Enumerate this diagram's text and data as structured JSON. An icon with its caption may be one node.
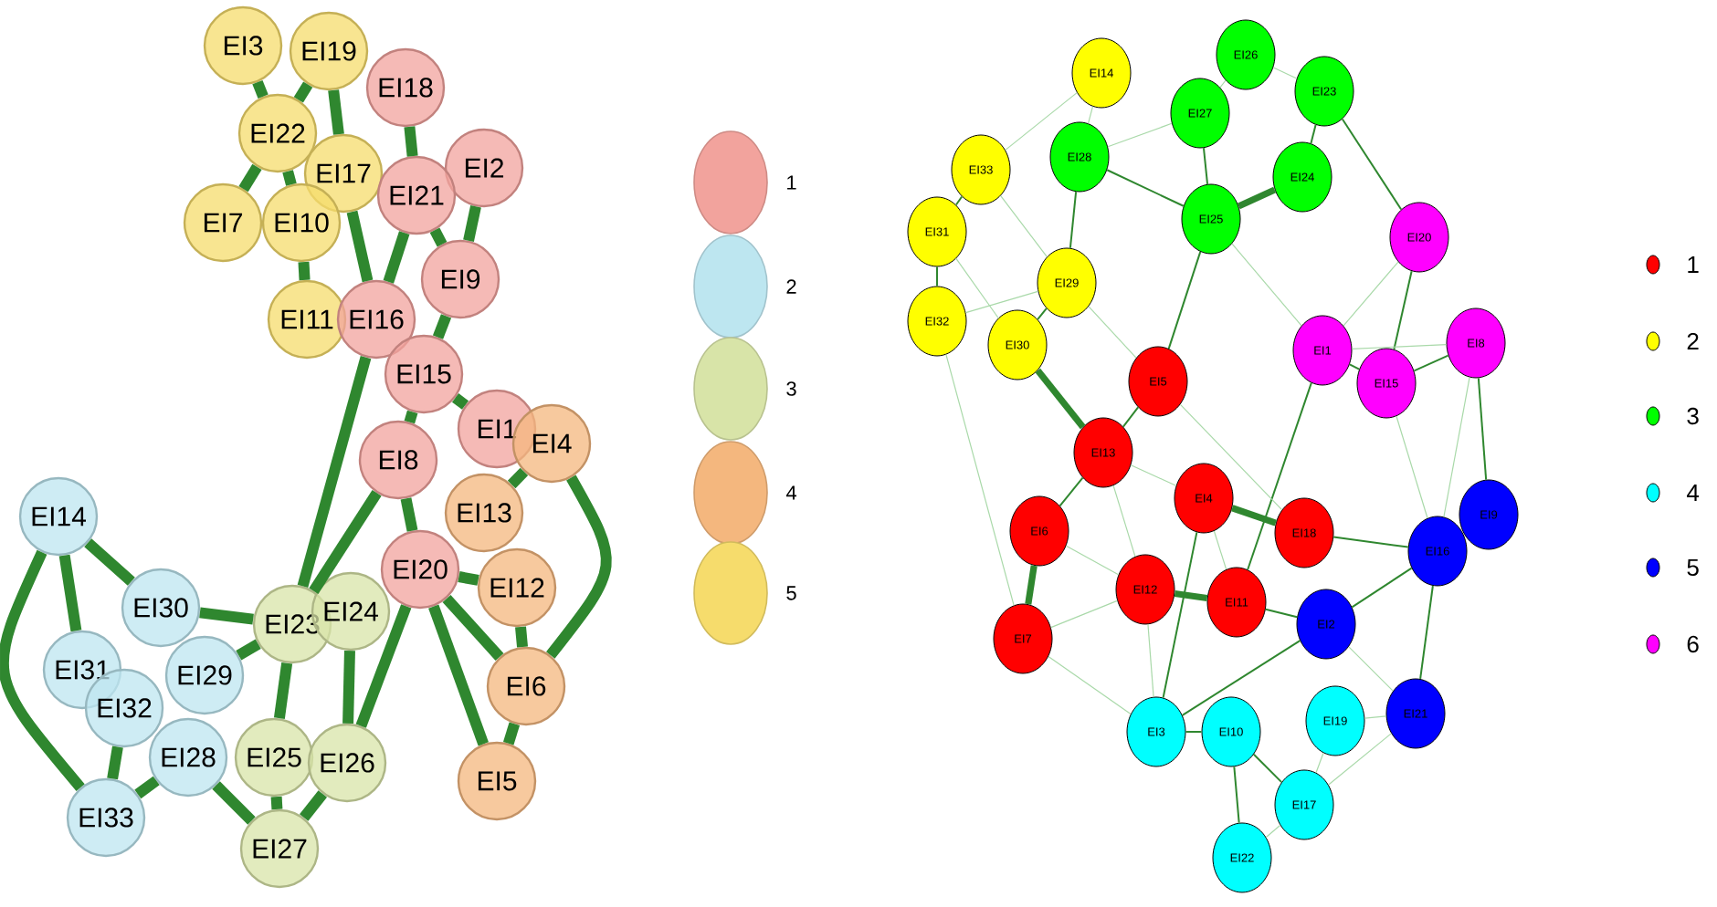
{
  "diagram": {
    "nodes": [
      {
        "text": [
          "EI3"
        ]
      },
      {
        "text": [
          "EI19"
        ]
      },
      {
        "text": [
          "EI18"
        ]
      },
      {
        "text": [
          "EI22"
        ]
      },
      {
        "text": [
          "EI17"
        ]
      },
      {
        "text": [
          "EI2"
        ]
      },
      {
        "text": [
          "EI21"
        ]
      },
      {
        "text": [
          "EI7"
        ]
      },
      {
        "text": [
          "EI10"
        ]
      },
      {
        "text": [
          "EI9"
        ]
      },
      {
        "text": [
          "EI11"
        ]
      },
      {
        "text": [
          "EI16"
        ]
      },
      {
        "text": [
          "EI15"
        ]
      },
      {
        "text": [
          "EI1"
        ]
      },
      {
        "text": [
          "EI4"
        ]
      },
      {
        "text": [
          "EI8"
        ]
      },
      {
        "text": [
          "EI13"
        ]
      },
      {
        "text": [
          "EI14"
        ]
      },
      {
        "text": [
          "EI20"
        ]
      },
      {
        "text": [
          "EI12"
        ]
      },
      {
        "text": [
          "EI30"
        ]
      },
      {
        "text": [
          "EI23"
        ]
      },
      {
        "text": [
          "EI24"
        ]
      },
      {
        "text": [
          "EI31"
        ]
      },
      {
        "text": [
          "EI29"
        ]
      },
      {
        "text": [
          "EI6"
        ]
      },
      {
        "text": [
          "EI32"
        ]
      },
      {
        "text": [
          "EI28"
        ]
      },
      {
        "text": [
          "EI25"
        ]
      },
      {
        "text": [
          "EI26"
        ]
      },
      {
        "text": [
          "EI5"
        ]
      },
      {
        "text": [
          "EI33"
        ]
      },
      {
        "text": [
          "EI27"
        ]
      },
      {
        "text": [
          "EI26"
        ]
      },
      {
        "text": [
          "EI14"
        ]
      },
      {
        "text": [
          "EI23"
        ]
      },
      {
        "text": [
          "EI27"
        ]
      },
      {
        "text": [
          "EI28"
        ]
      },
      {
        "text": [
          "EI33"
        ]
      },
      {
        "text": [
          "EI24"
        ]
      },
      {
        "text": [
          "EI25"
        ]
      },
      {
        "text": [
          "EI31"
        ]
      },
      {
        "text": [
          "EI20"
        ]
      },
      {
        "text": [
          "EI29"
        ]
      },
      {
        "text": [
          "EI32"
        ]
      },
      {
        "text": [
          "EI30"
        ]
      },
      {
        "text": [
          "EI8"
        ]
      },
      {
        "text": [
          "EI1"
        ]
      },
      {
        "text": [
          "EI5"
        ]
      },
      {
        "text": [
          "EI15"
        ]
      },
      {
        "text": [
          "EI13"
        ]
      },
      {
        "text": [
          "EI4"
        ]
      },
      {
        "text": [
          "EI9"
        ]
      },
      {
        "text": [
          "EI6"
        ]
      },
      {
        "text": [
          "EI18"
        ]
      },
      {
        "text": [
          "EI16"
        ]
      },
      {
        "text": [
          "EI12"
        ]
      },
      {
        "text": [
          "EI11"
        ]
      },
      {
        "text": [
          "EI2"
        ]
      },
      {
        "text": [
          "EI7"
        ]
      },
      {
        "text": [
          "EI21"
        ]
      },
      {
        "text": [
          "EI19"
        ]
      },
      {
        "text": [
          "EI3"
        ]
      },
      {
        "text": [
          "EI10"
        ]
      },
      {
        "text": [
          "EI17"
        ]
      },
      {
        "text": [
          "EI22"
        ]
      }
    ],
    "edges": [
      {
        "from": 0,
        "to": 3,
        "arrow": "none",
        "style": "thick"
      },
      {
        "from": 1,
        "to": 3,
        "arrow": "none",
        "style": "thick"
      },
      {
        "from": 1,
        "to": 4,
        "arrow": "none",
        "style": "thick"
      },
      {
        "from": 2,
        "to": 6,
        "arrow": "none",
        "style": "thick"
      },
      {
        "from": 3,
        "to": 8,
        "arrow": "none",
        "style": "thick"
      },
      {
        "from": 3,
        "to": 7,
        "arrow": "none",
        "style": "thick"
      },
      {
        "from": 5,
        "to": 9,
        "arrow": "none",
        "style": "thick"
      },
      {
        "from": 6,
        "to": 9,
        "arrow": "none",
        "style": "thick"
      },
      {
        "from": 8,
        "to": 10,
        "arrow": "none",
        "style": "thick"
      },
      {
        "from": 4,
        "to": 11,
        "arrow": "none",
        "style": "thick"
      },
      {
        "from": 6,
        "to": 11,
        "arrow": "none",
        "style": "thick"
      },
      {
        "from": 9,
        "to": 12,
        "arrow": "none",
        "style": "thick"
      },
      {
        "from": 12,
        "to": 13,
        "arrow": "none",
        "style": "thick"
      },
      {
        "from": 12,
        "to": 15,
        "arrow": "none",
        "style": "thick"
      },
      {
        "from": 14,
        "to": 16,
        "arrow": "none",
        "style": "thick"
      },
      {
        "from": 15,
        "to": 18,
        "arrow": "none",
        "style": "thick"
      },
      {
        "from": 18,
        "to": 19,
        "arrow": "none",
        "style": "thick"
      },
      {
        "from": 14,
        "to": 25,
        "arrow": "none",
        "style": "thick"
      },
      {
        "from": 18,
        "to": 25,
        "arrow": "none",
        "style": "thick"
      },
      {
        "from": 18,
        "to": 30,
        "arrow": "none",
        "style": "thick"
      },
      {
        "from": 19,
        "to": 25,
        "arrow": "none",
        "style": "thick"
      },
      {
        "from": 25,
        "to": 30,
        "arrow": "none",
        "style": "thick"
      },
      {
        "from": 11,
        "to": 21,
        "arrow": "none",
        "style": "thick"
      },
      {
        "from": 15,
        "to": 21,
        "arrow": "none",
        "style": "thick"
      },
      {
        "from": 18,
        "to": 29,
        "arrow": "none",
        "style": "thick"
      },
      {
        "from": 21,
        "to": 28,
        "arrow": "none",
        "style": "thick"
      },
      {
        "from": 22,
        "to": 29,
        "arrow": "none",
        "style": "thick"
      },
      {
        "from": 28,
        "to": 32,
        "arrow": "none",
        "style": "thick"
      },
      {
        "from": 29,
        "to": 32,
        "arrow": "none",
        "style": "thick"
      },
      {
        "from": 20,
        "to": 21,
        "arrow": "none",
        "style": "thick"
      },
      {
        "from": 17,
        "to": 20,
        "arrow": "none",
        "style": "thick"
      },
      {
        "from": 17,
        "to": 23,
        "arrow": "none",
        "style": "thick"
      },
      {
        "from": 17,
        "to": 31,
        "arrow": "none",
        "style": "thick"
      },
      {
        "from": 27,
        "to": 31,
        "arrow": "none",
        "style": "thick"
      },
      {
        "from": 26,
        "to": 31,
        "arrow": "none",
        "style": "thick"
      },
      {
        "from": 27,
        "to": 32,
        "arrow": "none",
        "style": "thick"
      },
      {
        "from": 24,
        "to": 21,
        "arrow": "none",
        "style": "thick"
      },
      {
        "from": 37,
        "to": 40,
        "arrow": "none"
      },
      {
        "from": 36,
        "to": 40,
        "arrow": "none"
      },
      {
        "from": 39,
        "to": 40,
        "arrow": "none",
        "style": "thick"
      },
      {
        "from": 35,
        "to": 39,
        "arrow": "none"
      },
      {
        "from": 35,
        "to": 42,
        "arrow": "none"
      },
      {
        "from": 42,
        "to": 49,
        "arrow": "none"
      },
      {
        "from": 47,
        "to": 49,
        "arrow": "none"
      },
      {
        "from": 49,
        "to": 46,
        "arrow": "none"
      },
      {
        "from": 52,
        "to": 46,
        "arrow": "none"
      },
      {
        "from": 55,
        "to": 60,
        "arrow": "none"
      },
      {
        "from": 55,
        "to": 58,
        "arrow": "none"
      },
      {
        "from": 55,
        "to": 54,
        "arrow": "none"
      },
      {
        "from": 54,
        "to": 51,
        "arrow": "none",
        "style": "thick"
      },
      {
        "from": 56,
        "to": 57,
        "arrow": "none",
        "style": "thick"
      },
      {
        "from": 57,
        "to": 58,
        "arrow": "none"
      },
      {
        "from": 50,
        "to": 48,
        "arrow": "none"
      },
      {
        "from": 50,
        "to": 53,
        "arrow": "none"
      },
      {
        "from": 50,
        "to": 45,
        "arrow": "none",
        "style": "thick"
      },
      {
        "from": 53,
        "to": 59,
        "arrow": "none",
        "style": "thick"
      },
      {
        "from": 62,
        "to": 58,
        "arrow": "none"
      },
      {
        "from": 63,
        "to": 64,
        "arrow": "none"
      },
      {
        "from": 63,
        "to": 65,
        "arrow": "none"
      },
      {
        "from": 62,
        "to": 63,
        "arrow": "none"
      },
      {
        "from": 51,
        "to": 62,
        "arrow": "none"
      },
      {
        "from": 57,
        "to": 47,
        "arrow": "none"
      },
      {
        "from": 37,
        "to": 43,
        "arrow": "none"
      },
      {
        "from": 43,
        "to": 45,
        "arrow": "none"
      },
      {
        "from": 38,
        "to": 41,
        "arrow": "none"
      },
      {
        "from": 41,
        "to": 44,
        "arrow": "none"
      },
      {
        "from": 40,
        "to": 48,
        "arrow": "none"
      },
      {
        "from": 34,
        "to": 37,
        "arrow": "none",
        "color": "#a9d9a9"
      },
      {
        "from": 34,
        "to": 38,
        "arrow": "none",
        "color": "#a9d9a9"
      },
      {
        "from": 33,
        "to": 36,
        "arrow": "none",
        "color": "#a9d9a9"
      },
      {
        "from": 33,
        "to": 35,
        "arrow": "none",
        "color": "#a9d9a9"
      },
      {
        "from": 36,
        "to": 37,
        "arrow": "none",
        "color": "#a9d9a9"
      },
      {
        "from": 41,
        "to": 45,
        "arrow": "none",
        "color": "#a9d9a9"
      },
      {
        "from": 44,
        "to": 59,
        "arrow": "none",
        "color": "#a9d9a9"
      },
      {
        "from": 44,
        "to": 43,
        "arrow": "none",
        "color": "#a9d9a9"
      },
      {
        "from": 38,
        "to": 43,
        "arrow": "none",
        "color": "#a9d9a9"
      },
      {
        "from": 40,
        "to": 47,
        "arrow": "none",
        "color": "#a9d9a9"
      },
      {
        "from": 42,
        "to": 47,
        "arrow": "none",
        "color": "#a9d9a9"
      },
      {
        "from": 49,
        "to": 55,
        "arrow": "none",
        "color": "#a9d9a9"
      },
      {
        "from": 46,
        "to": 55,
        "arrow": "none",
        "color": "#a9d9a9"
      },
      {
        "from": 56,
        "to": 62,
        "arrow": "none",
        "color": "#a9d9a9"
      },
      {
        "from": 59,
        "to": 62,
        "arrow": "none",
        "color": "#a9d9a9"
      },
      {
        "from": 61,
        "to": 60,
        "arrow": "none",
        "color": "#a9d9a9"
      },
      {
        "from": 60,
        "to": 64,
        "arrow": "none",
        "color": "#a9d9a9"
      },
      {
        "from": 48,
        "to": 54,
        "arrow": "none",
        "color": "#a9d9a9"
      },
      {
        "from": 50,
        "to": 51,
        "arrow": "none",
        "color": "#a9d9a9"
      },
      {
        "from": 51,
        "to": 57,
        "arrow": "none",
        "color": "#a9d9a9"
      },
      {
        "from": 43,
        "to": 48,
        "arrow": "none",
        "color": "#a9d9a9"
      },
      {
        "from": 58,
        "to": 60,
        "arrow": "none",
        "color": "#a9d9a9"
      },
      {
        "from": 47,
        "to": 46,
        "arrow": "none",
        "color": "#a9d9a9"
      },
      {
        "from": 56,
        "to": 50,
        "arrow": "none",
        "color": "#a9d9a9"
      },
      {
        "from": 53,
        "to": 56,
        "arrow": "none",
        "color": "#a9d9a9"
      },
      {
        "from": 59,
        "to": 56,
        "arrow": "none",
        "color": "#a9d9a9"
      },
      {
        "from": 64,
        "to": 65,
        "arrow": "none",
        "color": "#a9d9a9"
      },
      {
        "from": 64,
        "to": 61,
        "arrow": "none",
        "color": "#a9d9a9"
      }
    ],
    "legend": [
      {
        "text": "1",
        "color": "#f2a39d"
      },
      {
        "text": "2",
        "color": "#bde6f0"
      },
      {
        "text": "3",
        "color": "#d8e4a8"
      },
      {
        "text": "4",
        "color": "#f4b77e"
      },
      {
        "text": "5",
        "color": "#f6dc6c"
      },
      {
        "text": "1",
        "color": "#ff0000"
      },
      {
        "text": "2",
        "color": "#ffff00"
      },
      {
        "text": "3",
        "color": "#00ff00"
      },
      {
        "text": "4",
        "color": "#00ffff"
      },
      {
        "text": "5",
        "color": "#0000ff"
      },
      {
        "text": "6",
        "color": "#ff00ff"
      }
    ]
  }
}
